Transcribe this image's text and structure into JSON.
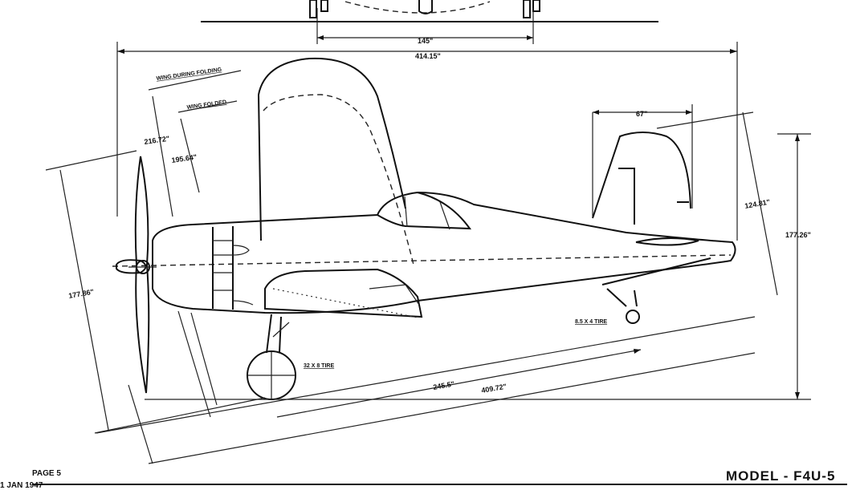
{
  "dimensions": {
    "main_gear_track": "145\"",
    "wing_span": "414.15\"",
    "tail_width": "67\"",
    "wing_folding_height": "216.72\"",
    "wing_folded_height": "195.64\"",
    "tail_height": "124.81\"",
    "overall_height": "177.26\"",
    "prop_height": "177.86\"",
    "wheelbase": "245.5\"",
    "overall_length": "409.72\""
  },
  "labels": {
    "wing_during_folding": "WING DURING FOLDING",
    "wing_folded": "WING FOLDED",
    "main_tire": "32 X 8 TIRE",
    "tail_tire": "8.5 X 4 TIRE"
  },
  "footer": {
    "page": "PAGE 5",
    "date": "1 JAN 1947",
    "model": "MODEL - F4U-5"
  }
}
